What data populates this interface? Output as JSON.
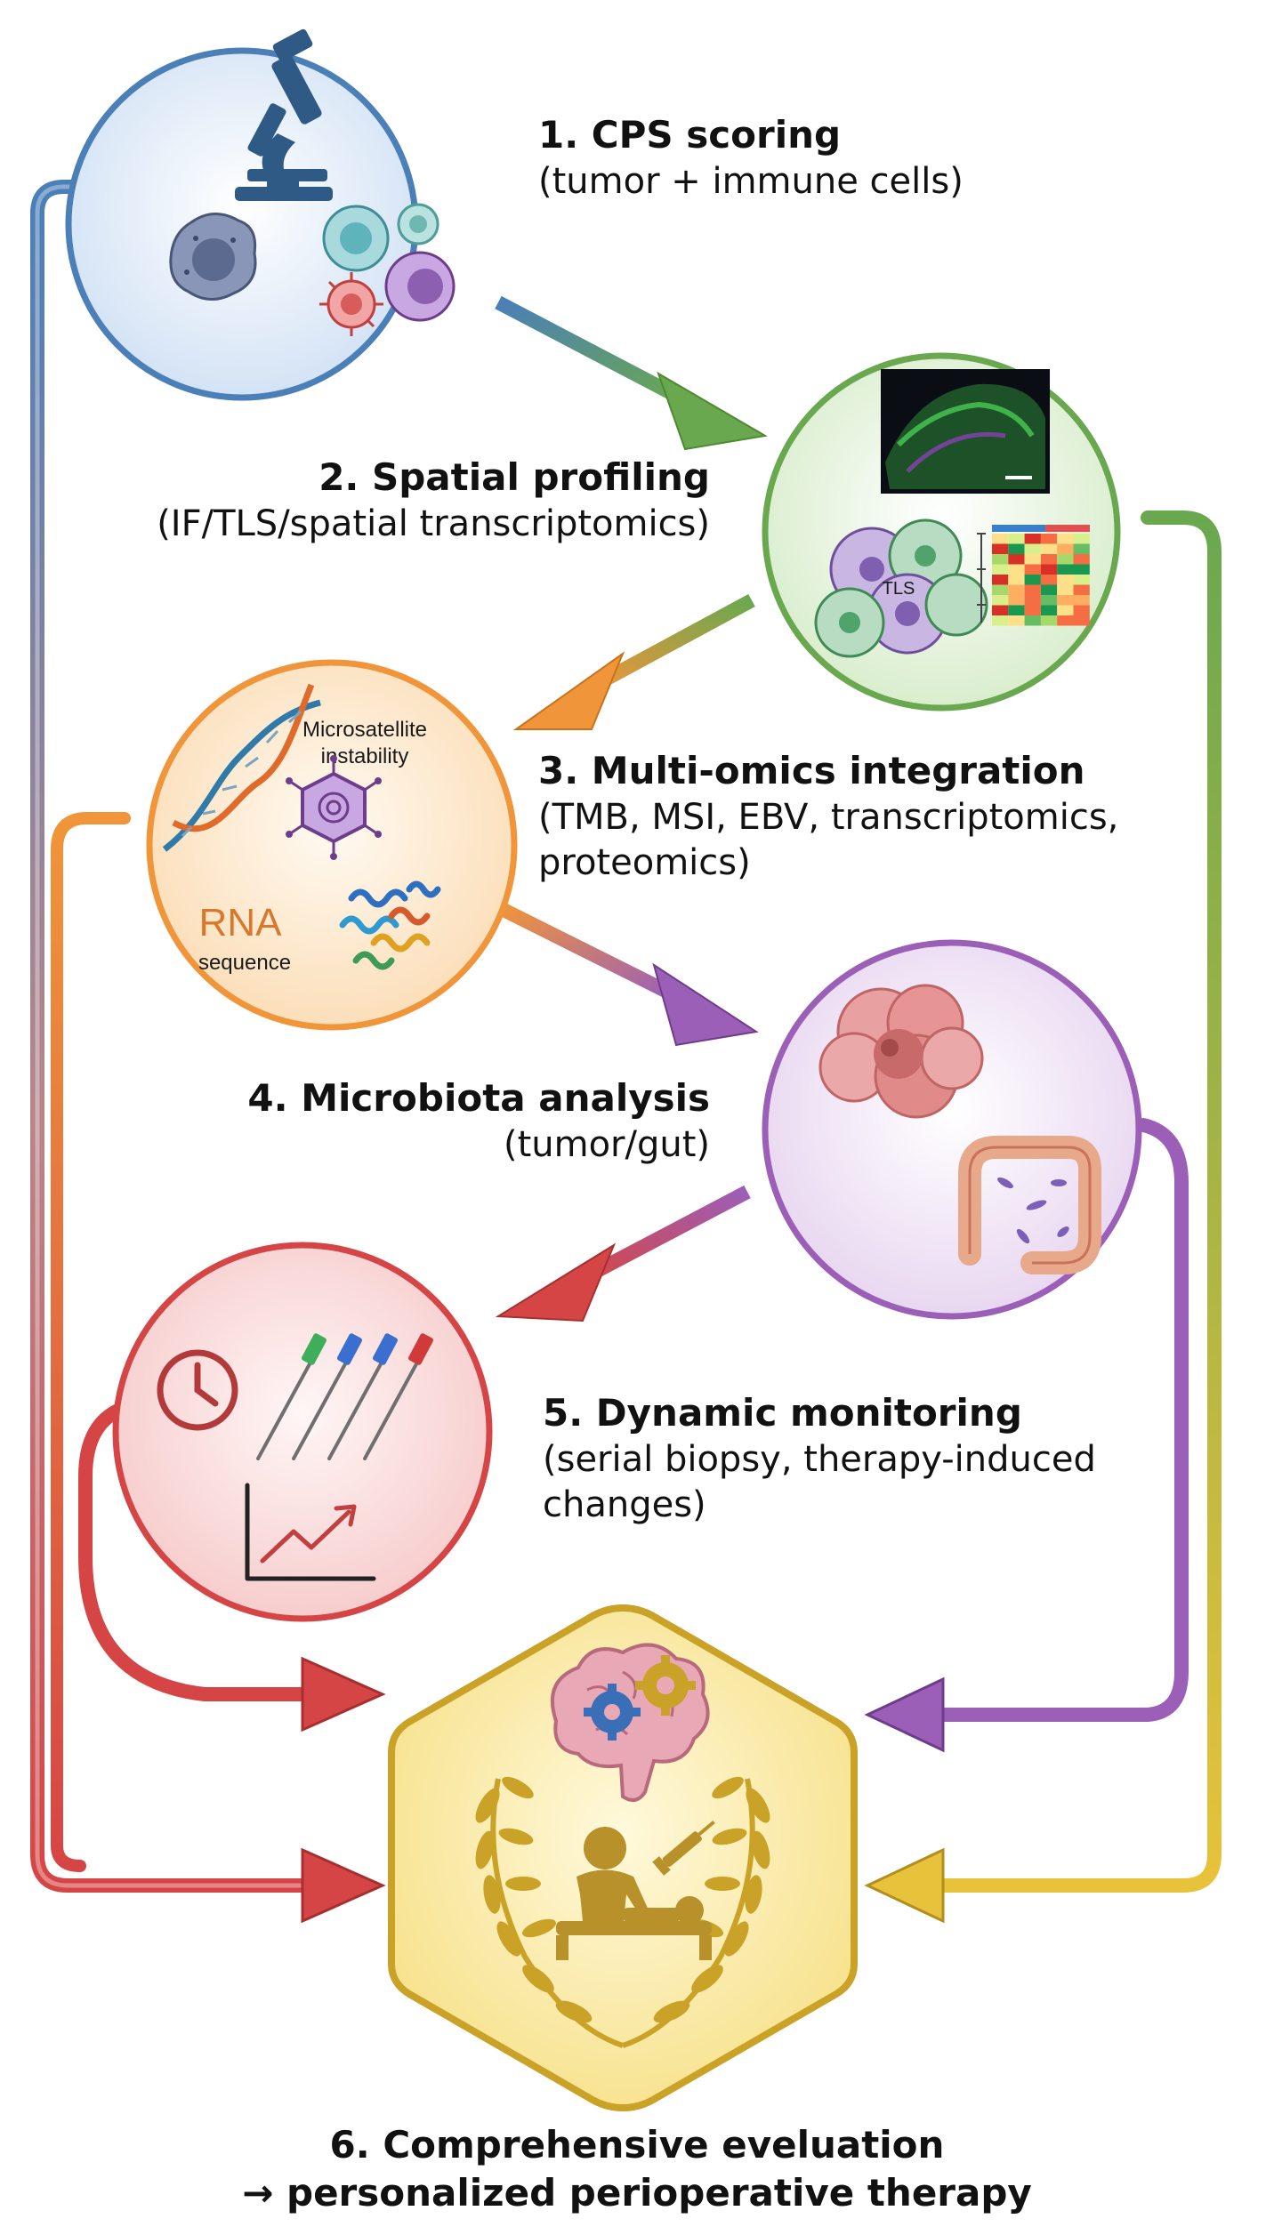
{
  "steps": [
    {
      "title": "1. CPS scoring",
      "subtitle": "(tumor + immune cells)"
    },
    {
      "title": "2. Spatial profiling",
      "subtitle": "(IF/TLS/spatial transcriptomics)"
    },
    {
      "title": "3. Multi-omics integration",
      "subtitle_line1": "(TMB, MSI, EBV, transcriptomics,",
      "subtitle_line2": "proteomics)"
    },
    {
      "title": "4. Microbiota analysis",
      "subtitle": "(tumor/gut)"
    },
    {
      "title": "5. Dynamic monitoring",
      "subtitle_line1": "(serial biopsy, therapy-induced",
      "subtitle_line2": "changes)"
    },
    {
      "title_line1": "6. Comprehensive eveluation",
      "title_line2": "→ personalized perioperative therapy"
    }
  ],
  "illustration_text": {
    "tls": "TLS",
    "msi_line1": "Microsatellite",
    "msi_line2": "instability",
    "rna": "RNA",
    "sequence": "sequence"
  },
  "colors": {
    "step1": "#4a7fb8",
    "step2": "#6aa84f",
    "step3": "#f0953a",
    "step4": "#9b5fb8",
    "step5": "#d64545",
    "step6": "#e8c23a"
  },
  "icons": [
    "microscope-icon",
    "cells-icon",
    "heatmap-icon",
    "dna-icon",
    "virus-icon",
    "protein-icon",
    "tumor-icon",
    "intestine-icon",
    "clock-icon",
    "needles-icon",
    "trend-chart-icon",
    "brain-gears-icon",
    "laurel-icon",
    "patient-doctor-icon"
  ]
}
